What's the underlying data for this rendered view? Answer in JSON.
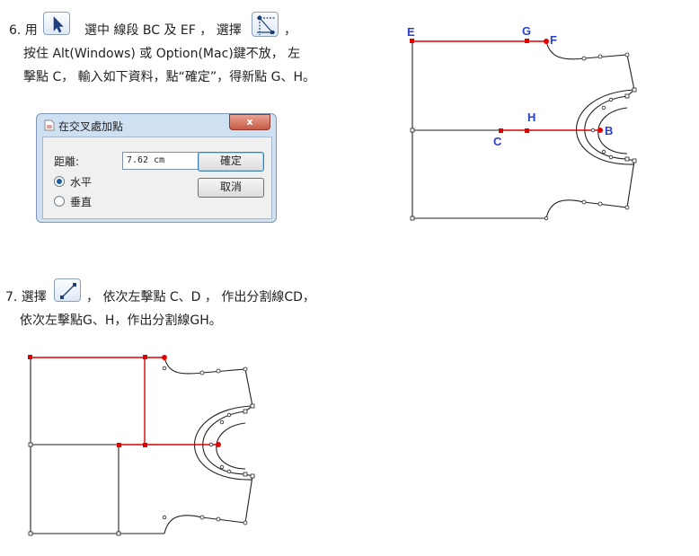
{
  "step6": {
    "line1_a": "6. 用",
    "line1_b": "選中 線段 BC 及 EF ， 選擇",
    "line1_c": "，",
    "line2": "按住 Alt(Windows) 或 Option(Mac)鍵不放， 左",
    "line3": "擊點 C， 輸入如下資料，點“確定”，得新點 G、H。"
  },
  "dialog": {
    "title": "在交叉處加點",
    "close": "x",
    "distance_label": "距離:",
    "distance_value": "7.62 cm",
    "ok_button": "確定",
    "cancel_button": "取消",
    "radio_horizontal": "水平",
    "radio_vertical": "垂直",
    "selected": "水平"
  },
  "diagram1": {
    "labels": {
      "E": "E",
      "G": "G",
      "F": "F",
      "H": "H",
      "C": "C",
      "B": "B"
    }
  },
  "step7": {
    "line1_a": "7. 選擇",
    "line1_b": "， 依次左擊點 C、D ， 作出分割線CD，",
    "line2": "依次左擊點G、H，作出分割線GH。"
  },
  "icons": {
    "pointer_tool": "arrow-pointer-icon",
    "intersection_tool": "intersection-point-icon",
    "line_tool": "line-tool-icon"
  },
  "colors": {
    "highlight": "#e00000",
    "label_blue": "#2a3fc4",
    "outline": "#222222"
  }
}
